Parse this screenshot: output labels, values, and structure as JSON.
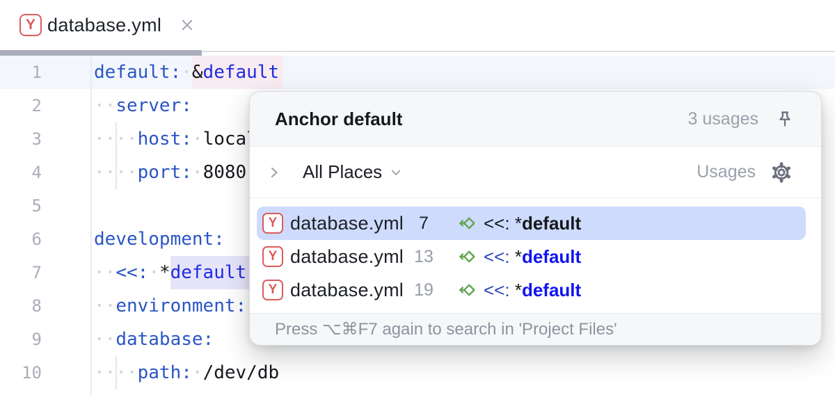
{
  "tab": {
    "title": "database.yml",
    "file_icon_letter": "Y"
  },
  "editor": {
    "lines": [
      {
        "n": "1",
        "current": true,
        "segments": [
          {
            "s": "key",
            "t": "default:"
          },
          {
            "s": "ws",
            "t": "·"
          },
          {
            "s": "sym",
            "t": "&",
            "hl": "pink"
          },
          {
            "s": "name",
            "t": "default",
            "hl": "pink"
          }
        ]
      },
      {
        "n": "2",
        "segments": [
          {
            "s": "ws",
            "t": "··"
          },
          {
            "s": "key",
            "t": "server:"
          }
        ]
      },
      {
        "n": "3",
        "segments": [
          {
            "s": "ws",
            "t": "····"
          },
          {
            "s": "key",
            "t": "host:"
          },
          {
            "s": "ws",
            "t": "·"
          },
          {
            "s": "plain",
            "t": "localhost"
          }
        ]
      },
      {
        "n": "4",
        "segments": [
          {
            "s": "ws",
            "t": "····"
          },
          {
            "s": "key",
            "t": "port:"
          },
          {
            "s": "ws",
            "t": "·"
          },
          {
            "s": "plain",
            "t": "8080"
          }
        ]
      },
      {
        "n": "5",
        "segments": []
      },
      {
        "n": "6",
        "segments": [
          {
            "s": "key",
            "t": "development:"
          }
        ]
      },
      {
        "n": "7",
        "segments": [
          {
            "s": "ws",
            "t": "··"
          },
          {
            "s": "key",
            "t": "<<:"
          },
          {
            "s": "ws",
            "t": "·"
          },
          {
            "s": "sym",
            "t": "*"
          },
          {
            "s": "name",
            "t": "default",
            "hl": "purple"
          }
        ]
      },
      {
        "n": "8",
        "segments": [
          {
            "s": "ws",
            "t": "··"
          },
          {
            "s": "key",
            "t": "environment:"
          }
        ]
      },
      {
        "n": "9",
        "segments": [
          {
            "s": "ws",
            "t": "··"
          },
          {
            "s": "key",
            "t": "database:"
          }
        ]
      },
      {
        "n": "10",
        "segments": [
          {
            "s": "ws",
            "t": "····"
          },
          {
            "s": "key",
            "t": "path:"
          },
          {
            "s": "ws",
            "t": "·"
          },
          {
            "s": "plain",
            "t": "/dev/db"
          }
        ]
      }
    ]
  },
  "popup": {
    "title": "Anchor default",
    "usage_count": "3 usages",
    "scope_label": "All Places",
    "group_label": "Usages",
    "rows": [
      {
        "file": "database.yml",
        "line": "7",
        "code_op": "<<: ",
        "code_sym": "*",
        "code_name": "default",
        "selected": true
      },
      {
        "file": "database.yml",
        "line": "13",
        "code_op": "<<: ",
        "code_sym": "*",
        "code_name": "default",
        "selected": false
      },
      {
        "file": "database.yml",
        "line": "19",
        "code_op": "<<: ",
        "code_sym": "*",
        "code_name": "default",
        "selected": false
      }
    ],
    "footer": "Press ⌥⌘F7 again to search in 'Project Files'"
  },
  "icons": [
    "yaml-file-icon",
    "close-icon",
    "pin-icon",
    "chevron-right-icon",
    "chevron-down-icon",
    "gear-icon",
    "read-access-icon"
  ],
  "colors": {
    "file-icon-red": "#DB5C5C",
    "selection-blue": "#CEDBFC",
    "key-blue": "#2A55C6",
    "anchor-blue": "#1F2BE0",
    "ref-blue": "#1113F0",
    "op-navy": "#2744B8",
    "pink-highlight": "#F8ECF2",
    "purple-highlight": "#E6E4F9",
    "panel-bg": "#F6F7F9",
    "separator": "#EBECF0",
    "indicator-gray": "#A9AEB9",
    "current-line-bg": "#F3F7FD",
    "green-icon": "#63A653",
    "gutter-gray": "#A9AEB9",
    "hint-gray": "#8F939E",
    "ws-gray": "#CDD1D8",
    "text-dark": "#16181D"
  }
}
